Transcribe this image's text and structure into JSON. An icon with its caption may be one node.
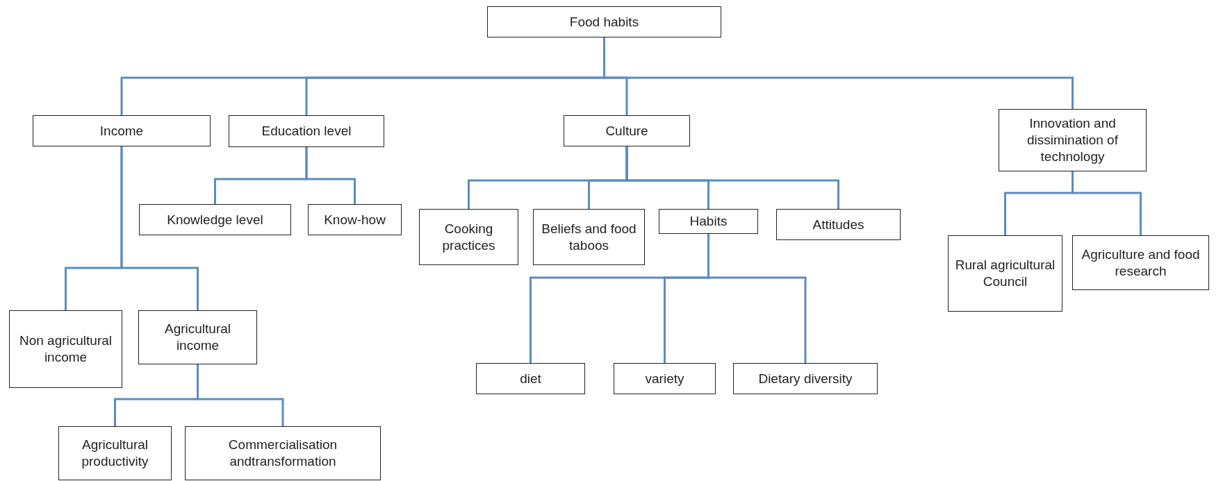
{
  "diagram": {
    "nodes": [
      {
        "text": [
          "Food habits"
        ]
      },
      {
        "text": [
          "Income"
        ]
      },
      {
        "text": [
          "Education level"
        ]
      },
      {
        "text": [
          "Culture"
        ]
      },
      {
        "text": [
          "Innovation and dissimination of technology"
        ]
      },
      {
        "text": [
          "Knowledge level"
        ]
      },
      {
        "text": [
          "Know-how"
        ]
      },
      {
        "text": [
          "Cooking practices"
        ]
      },
      {
        "text": [
          "Beliefs and food taboos"
        ]
      },
      {
        "text": [
          "Habits"
        ]
      },
      {
        "text": [
          "Attitudes"
        ]
      },
      {
        "text": [
          "Rural agricultural Council"
        ]
      },
      {
        "text": [
          "Agriculture and food research"
        ]
      },
      {
        "text": [
          "Non agricultural income"
        ]
      },
      {
        "text": [
          "Agricultural income"
        ]
      },
      {
        "text": [
          "diet"
        ]
      },
      {
        "text": [
          "variety"
        ]
      },
      {
        "text": [
          "Dietary diversity"
        ]
      },
      {
        "text": [
          "Agricultural productivity"
        ]
      },
      {
        "text": [
          "Commercialisation andtransformation"
        ]
      }
    ],
    "edges": [
      {
        "from": 0,
        "to": 1,
        "arrow": "none"
      },
      {
        "from": 0,
        "to": 2,
        "arrow": "none"
      },
      {
        "from": 0,
        "to": 3,
        "arrow": "none"
      },
      {
        "from": 0,
        "to": 4,
        "arrow": "none"
      },
      {
        "from": 2,
        "to": 5,
        "arrow": "none"
      },
      {
        "from": 2,
        "to": 6,
        "arrow": "none"
      },
      {
        "from": 3,
        "to": 7,
        "arrow": "none"
      },
      {
        "from": 3,
        "to": 8,
        "arrow": "none"
      },
      {
        "from": 3,
        "to": 9,
        "arrow": "none"
      },
      {
        "from": 3,
        "to": 10,
        "arrow": "none"
      },
      {
        "from": 4,
        "to": 11,
        "arrow": "none"
      },
      {
        "from": 4,
        "to": 12,
        "arrow": "none"
      },
      {
        "from": 1,
        "to": 13,
        "arrow": "none"
      },
      {
        "from": 1,
        "to": 14,
        "arrow": "none"
      },
      {
        "from": 9,
        "to": 15,
        "arrow": "none"
      },
      {
        "from": 9,
        "to": 16,
        "arrow": "none"
      },
      {
        "from": 9,
        "to": 17,
        "arrow": "none"
      },
      {
        "from": 14,
        "to": 18,
        "arrow": "none"
      },
      {
        "from": 14,
        "to": 19,
        "arrow": "none"
      }
    ]
  }
}
